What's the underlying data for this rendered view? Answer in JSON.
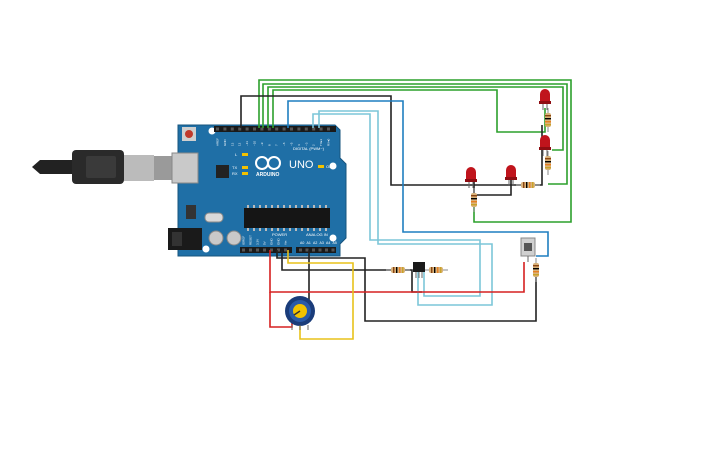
{
  "board": {
    "model": "UNO",
    "brand": "ARDUINO",
    "digital_label": "DIGITAL (PWM~)",
    "power_label": "POWER",
    "analog_label": "ANALOG IN",
    "tx_label": "TX",
    "rx_label": "RX",
    "l_label": "L",
    "on_label": "ON",
    "digital_pins": [
      "AREF",
      "GND",
      "13",
      "12",
      "~11",
      "~10",
      "~9",
      "8",
      "7",
      "~6",
      "~5",
      "4",
      "~3",
      "2",
      "TX▸1",
      "RX◂0"
    ],
    "power_pins": [
      "IOREF",
      "RESET",
      "3.3V",
      "5V",
      "GND",
      "GND",
      "Vin"
    ],
    "analog_pins": [
      "A0",
      "A1",
      "A2",
      "A3",
      "A4",
      "A5"
    ]
  },
  "colors": {
    "board": "#1f6fa6",
    "wire_green": "#2ca02c",
    "wire_black": "#222222",
    "wire_blue": "#1f7fc0",
    "wire_cyan": "#7cc6d8",
    "wire_red": "#d62020",
    "wire_yellow": "#e8c21a",
    "led": "#c0141c"
  },
  "components": {
    "leds": [
      "led-1",
      "led-2",
      "led-3",
      "led-4"
    ],
    "resistors": [
      "resistor-1",
      "resistor-2",
      "resistor-3",
      "resistor-4",
      "resistor-5",
      "resistor-6",
      "resistor-7"
    ],
    "pushbutton": "pushbutton",
    "potentiometer": "potentiometer",
    "transistor": "transistor"
  }
}
